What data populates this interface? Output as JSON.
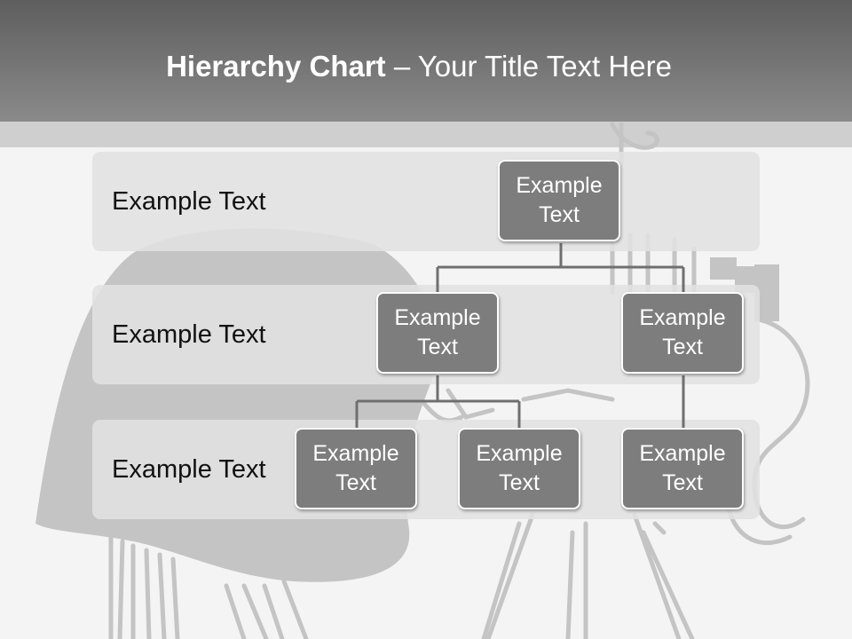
{
  "title": {
    "bold": "Hierarchy Chart",
    "rest": " – Your Title Text Here"
  },
  "levels": [
    {
      "label": "Example Text"
    },
    {
      "label": "Example Text"
    },
    {
      "label": "Example Text"
    }
  ],
  "nodes": {
    "root": "Example Text",
    "mid_left": "Example Text",
    "mid_right": "Example Text",
    "leaf_1": "Example Text",
    "leaf_2": "Example Text",
    "leaf_3": "Example Text"
  },
  "colors": {
    "header": "#7a7a7a",
    "node_fill": "#7d7d7d",
    "band_fill": "#e1e1e1",
    "connector": "#6f6f6f"
  }
}
